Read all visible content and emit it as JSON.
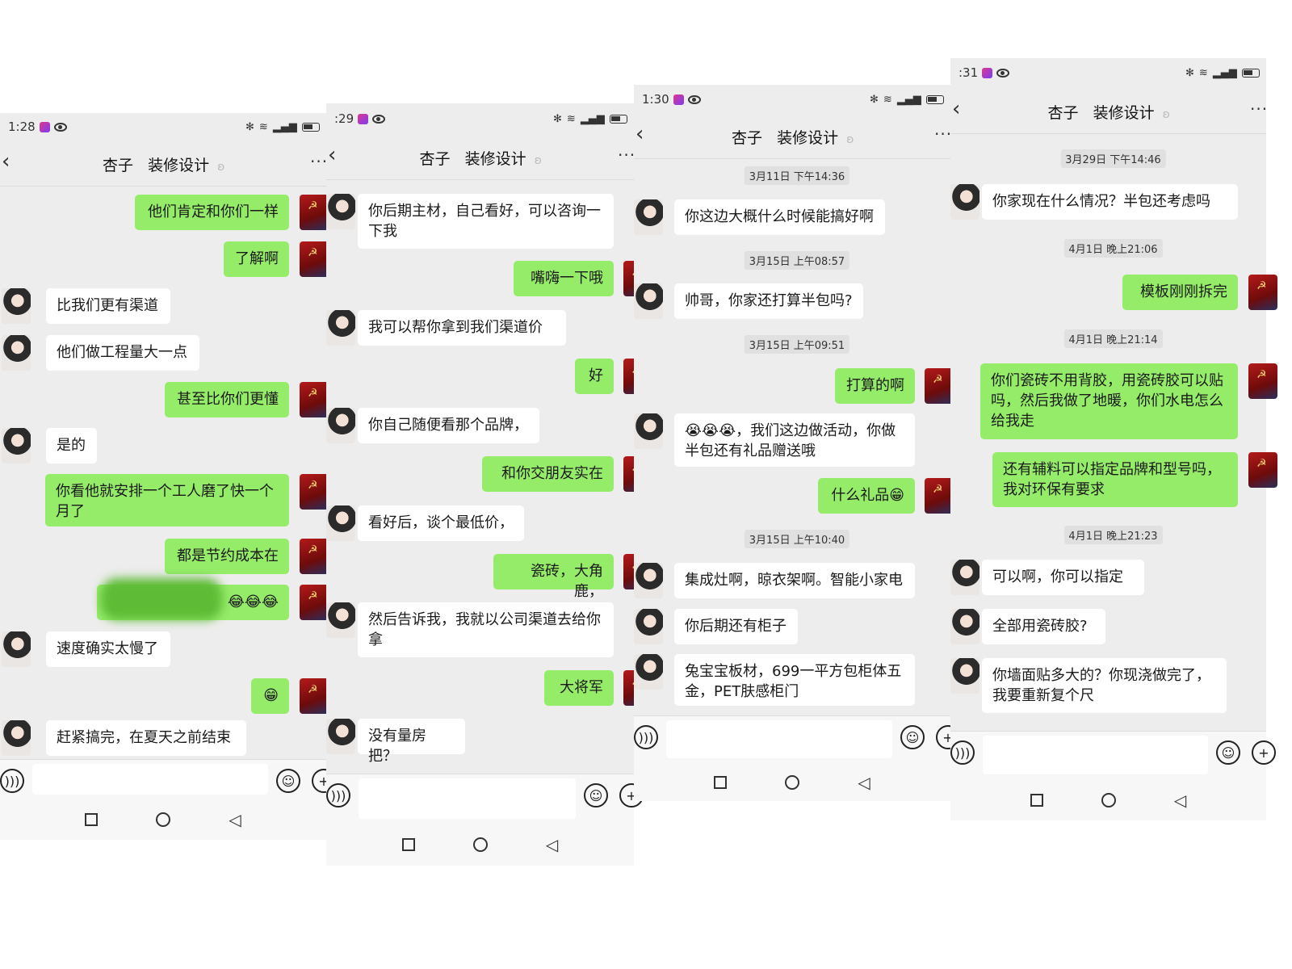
{
  "colors": {
    "chat_bg": "#ededed",
    "outgoing_bubble": "#95ec69",
    "incoming_bubble": "#ffffff"
  },
  "panels": [
    {
      "status_time": "1:28",
      "contact": "杏子",
      "group": "装修设计",
      "items": [
        {
          "dir": "out",
          "text": "他们肯定和你们一样"
        },
        {
          "dir": "out",
          "text": "了解啊"
        },
        {
          "dir": "in",
          "text": "比我们更有渠道"
        },
        {
          "dir": "in",
          "text": "他们做工程量大一点"
        },
        {
          "dir": "out",
          "text": "甚至比你们更懂"
        },
        {
          "dir": "in",
          "text": "是的"
        },
        {
          "dir": "out",
          "text": "你看他就安排一个工人磨了快一个月了"
        },
        {
          "dir": "out",
          "text": "都是节约成本在"
        },
        {
          "dir": "out",
          "text": "😂😂😂",
          "redacted": true
        },
        {
          "dir": "in",
          "text": "速度确实太慢了"
        },
        {
          "dir": "out",
          "text": "😁"
        },
        {
          "dir": "in",
          "text": "赶紧搞完，在夏天之前结束"
        }
      ]
    },
    {
      "status_time": ":29",
      "contact": "杏子",
      "group": "装修设计",
      "items": [
        {
          "dir": "in",
          "text": "你后期主材，自己看好，可以咨询一下我"
        },
        {
          "dir": "out",
          "text": "嘴嗨一下哦"
        },
        {
          "dir": "in",
          "text": "我可以帮你拿到我们渠道价"
        },
        {
          "dir": "out",
          "text": "好"
        },
        {
          "dir": "in",
          "text": "你自己随便看那个品牌，"
        },
        {
          "dir": "out",
          "text": "和你交朋友实在"
        },
        {
          "dir": "in",
          "text": "看好后，谈个最低价，"
        },
        {
          "dir": "out",
          "text": "瓷砖，大角鹿，"
        },
        {
          "dir": "in",
          "text": "然后告诉我，我就以公司渠道去给你拿"
        },
        {
          "dir": "out",
          "text": "大将军"
        },
        {
          "dir": "in",
          "text": "没有量房把？"
        }
      ]
    },
    {
      "status_time": "1:30",
      "contact": "杏子",
      "group": "装修设计",
      "items": [
        {
          "dir": "time",
          "text": "3月11日 下午14:36"
        },
        {
          "dir": "in",
          "text": "你这边大概什么时候能搞好啊"
        },
        {
          "dir": "time",
          "text": "3月15日 上午08:57"
        },
        {
          "dir": "in",
          "text": "帅哥，你家还打算半包吗?"
        },
        {
          "dir": "time",
          "text": "3月15日 上午09:51"
        },
        {
          "dir": "out",
          "text": "打算的啊"
        },
        {
          "dir": "in",
          "text": "😭😭😭，我们这边做活动，你做半包还有礼品赠送哦"
        },
        {
          "dir": "out",
          "text": "什么礼品😁"
        },
        {
          "dir": "time",
          "text": "3月15日 上午10:40"
        },
        {
          "dir": "in",
          "text": "集成灶啊，晾衣架啊。智能小家电"
        },
        {
          "dir": "in",
          "text": "你后期还有柜子"
        },
        {
          "dir": "in",
          "text": "兔宝宝板材，699一平方包柜体五金，PET肤感柜门"
        }
      ]
    },
    {
      "status_time": ":31",
      "contact": "杏子",
      "group": "装修设计",
      "items": [
        {
          "dir": "time",
          "text": "3月29日 下午14:46"
        },
        {
          "dir": "in",
          "text": "你家现在什么情况？半包还考虑吗"
        },
        {
          "dir": "time",
          "text": "4月1日 晚上21:06"
        },
        {
          "dir": "out",
          "text": "模板刚刚拆完"
        },
        {
          "dir": "time",
          "text": "4月1日 晚上21:14"
        },
        {
          "dir": "out",
          "text": "你们瓷砖不用背胶，用瓷砖胶可以贴吗，然后我做了地暖，你们水电怎么给我走"
        },
        {
          "dir": "out",
          "text": "还有辅料可以指定品牌和型号吗，我对环保有要求"
        },
        {
          "dir": "time",
          "text": "4月1日 晚上21:23"
        },
        {
          "dir": "in",
          "text": "可以啊，你可以指定"
        },
        {
          "dir": "in",
          "text": "全部用瓷砖胶?"
        },
        {
          "dir": "in",
          "text": "你墙面贴多大的？你现浇做完了，我要重新复个尺"
        }
      ]
    }
  ]
}
